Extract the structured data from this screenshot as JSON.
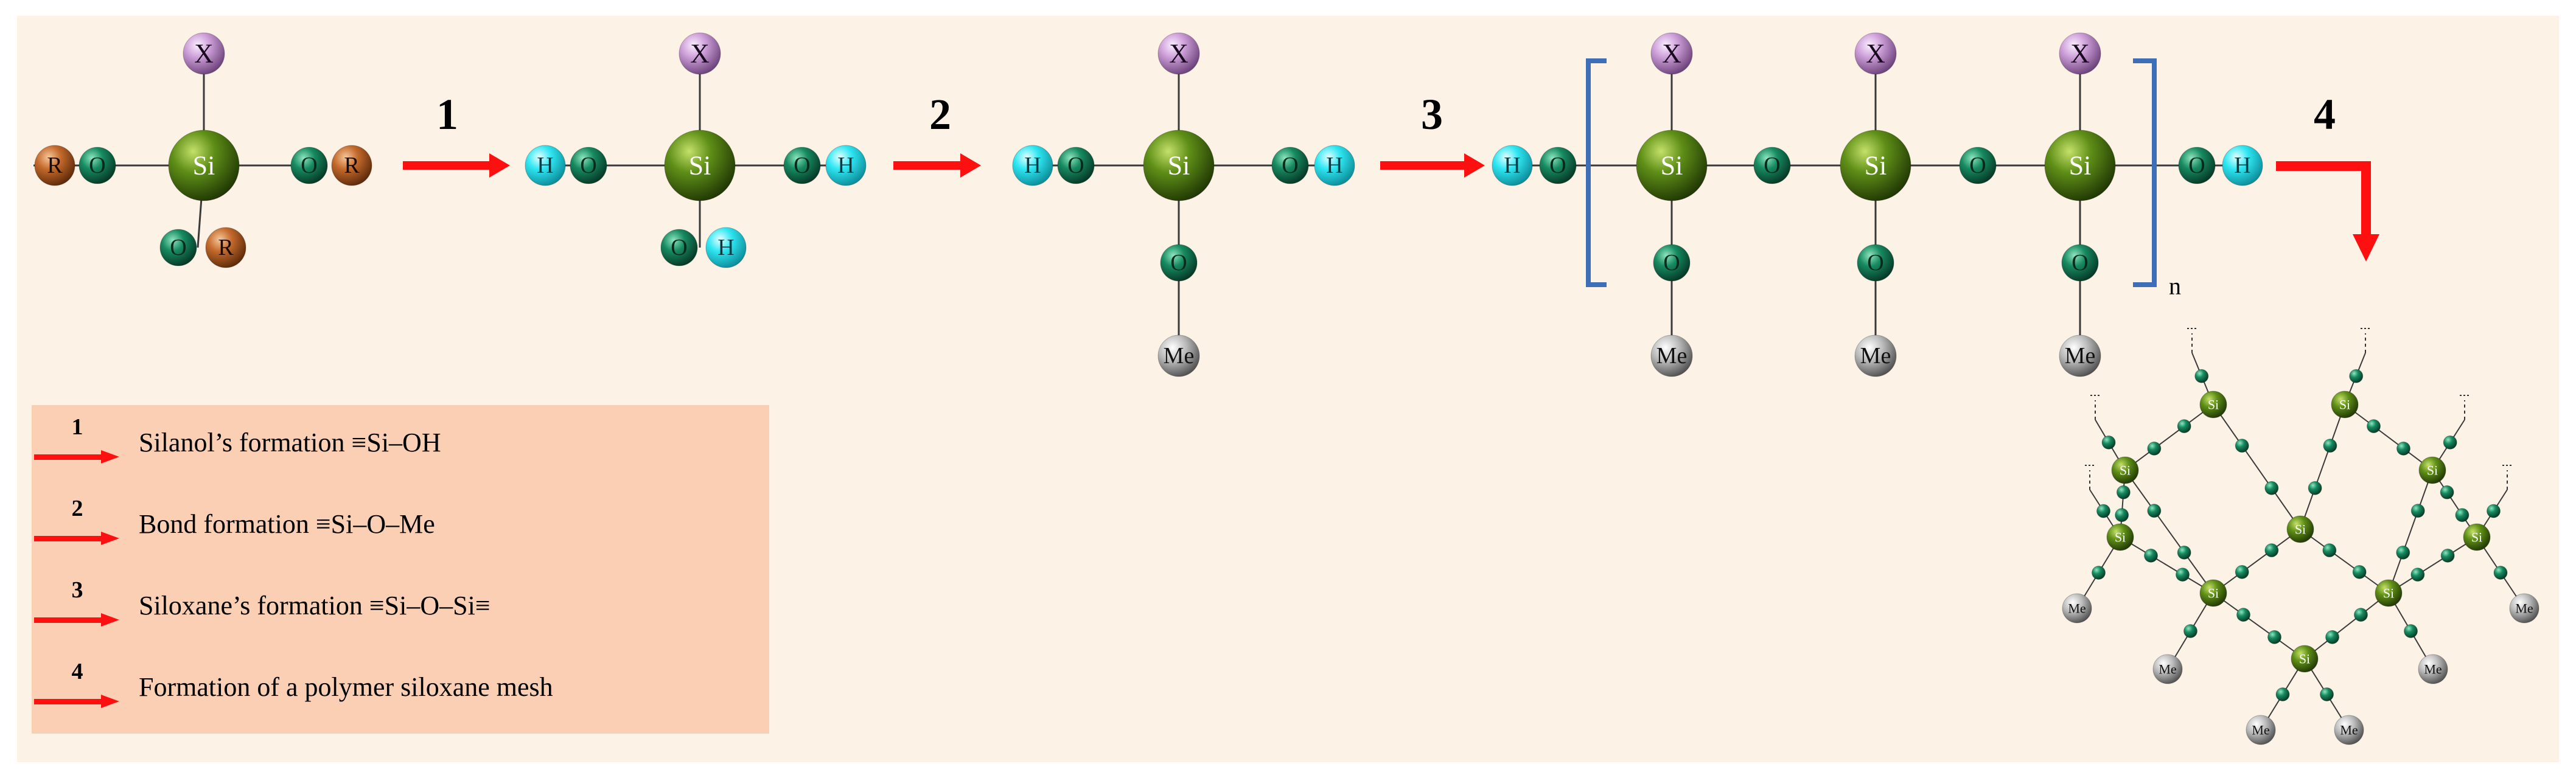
{
  "atoms": {
    "si": "Si",
    "oxygen": "O",
    "hydrogen": "H",
    "alkyl": "R",
    "functional_group": "X",
    "methyl": "Me"
  },
  "steps": [
    "1",
    "2",
    "3",
    "4"
  ],
  "polymer_subscript": "n",
  "legend": [
    {
      "num": "1",
      "text": "Silanol’s formation ≡Si–OH"
    },
    {
      "num": "2",
      "text": "Bond formation ≡Si–O–Me"
    },
    {
      "num": "3",
      "text": "Siloxane’s formation ≡Si–O–Si≡"
    },
    {
      "num": "4",
      "text": "Formation of a polymer siloxane mesh"
    }
  ],
  "colors": {
    "background": "#fdf2e6",
    "legend_box": "#fbcfb3",
    "arrow": "#ff1010",
    "bracket": "#3e6eb8",
    "silicon": "#4f7a12",
    "oxygen": "#137a55",
    "hydrogen": "#1ee3ef",
    "alkyl": "#c2682c",
    "functional_group": "#c89ad4",
    "methyl": "#b6b6b6"
  }
}
